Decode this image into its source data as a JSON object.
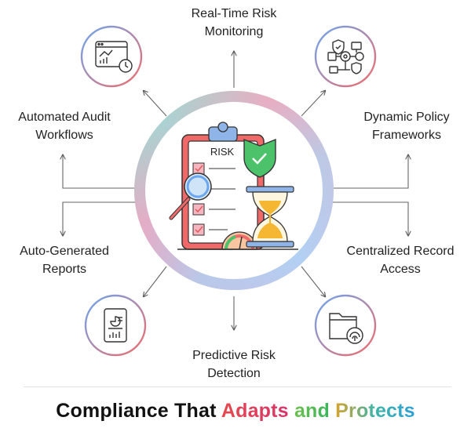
{
  "features": {
    "top": [
      "Real-Time Risk",
      "Monitoring"
    ],
    "top_left": [
      "Automated Audit",
      "Workflows"
    ],
    "top_right": [
      "Dynamic Policy",
      "Frameworks"
    ],
    "bottom_left": [
      "Auto-Generated",
      "Reports"
    ],
    "bottom_right": [
      "Centralized Record",
      "Access"
    ],
    "bottom": [
      "Predictive Risk",
      "Detection"
    ]
  },
  "center": {
    "clipboard_text": "RISK"
  },
  "icons": {
    "top_left": "dashboard-clock-icon",
    "top_right": "workflow-shield-icon",
    "bottom_left": "report-document-icon",
    "bottom_right": "folder-fingerprint-icon",
    "center": "risk-clipboard-illustration"
  },
  "footer": {
    "title_black": "Compliance That",
    "title_colored": [
      "Adapts",
      "and",
      "Protects"
    ]
  },
  "colors": {
    "ring": [
      "#8ee6b4",
      "#f6a7b8",
      "#a8d8f6",
      "#d4c2f0"
    ],
    "accent_red": "#e05a5a",
    "accent_green": "#3bb55a",
    "hourglass": "#f5b731"
  }
}
